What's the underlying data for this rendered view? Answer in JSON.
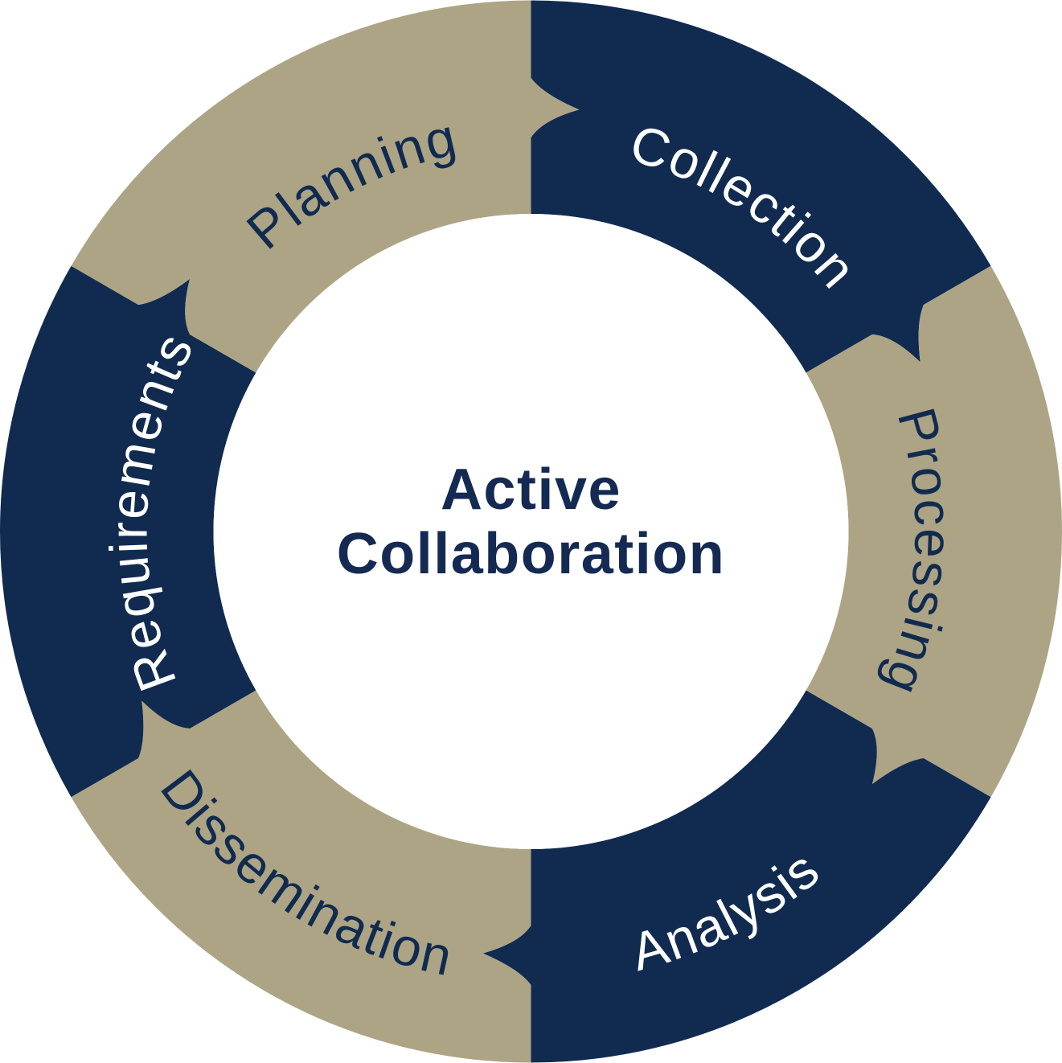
{
  "diagram": {
    "name": "intelligence-cycle-wheel",
    "direction": "clockwise",
    "colors": {
      "navy": "#112B50",
      "tan": "#ACA484",
      "white": "#FFFFFF",
      "center_bg": "#FFFFFF",
      "center_text": "#152A53"
    },
    "center": {
      "title": "Active Collaboration",
      "title_lines": [
        "Active",
        "Collaboration"
      ]
    },
    "segments": [
      {
        "id": "collection",
        "label": "Collection",
        "start_angle": -90,
        "fill_key": "navy",
        "text_key": "white",
        "flipped": false
      },
      {
        "id": "processing",
        "label": "Processing",
        "start_angle": -30,
        "fill_key": "tan",
        "text_key": "navy",
        "flipped": false
      },
      {
        "id": "analysis",
        "label": "Analysis",
        "start_angle": 30,
        "fill_key": "navy",
        "text_key": "white",
        "flipped": true
      },
      {
        "id": "dissemination",
        "label": "Dissemination",
        "start_angle": 90,
        "fill_key": "tan",
        "text_key": "navy",
        "flipped": true
      },
      {
        "id": "requirements",
        "label": "Requirements",
        "start_angle": 150,
        "fill_key": "navy",
        "text_key": "white",
        "flipped": false
      },
      {
        "id": "planning",
        "label": "Planning",
        "start_angle": 210,
        "fill_key": "tan",
        "text_key": "navy",
        "flipped": false
      }
    ]
  }
}
